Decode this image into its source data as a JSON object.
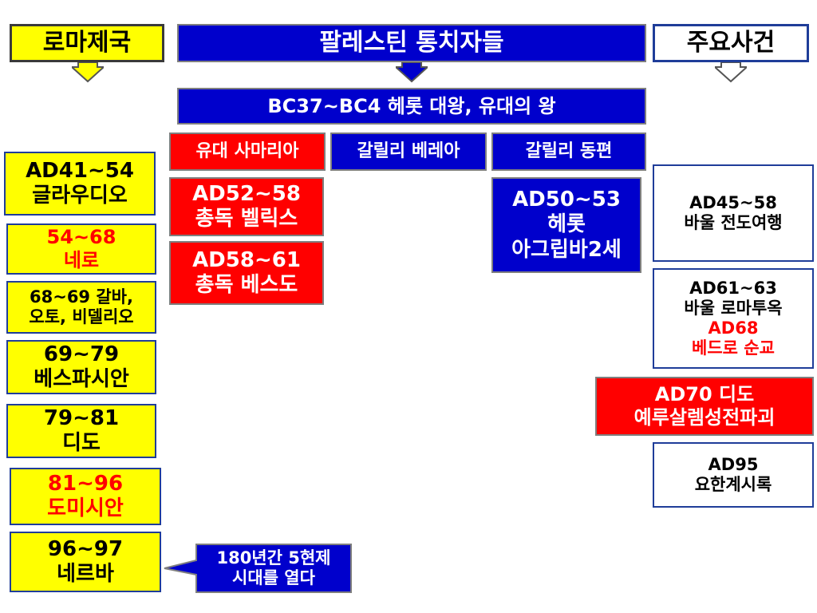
{
  "headers": {
    "rome": "로마제국",
    "rulers": "팔레스틴 통치자들",
    "events": "주요사건"
  },
  "herod_great": "BC37~BC4 헤롯 대왕, 유대의 왕",
  "regions": {
    "judea": "유대 사마리아",
    "galilee_perea": "갈릴리 베레아",
    "galilee_east": "갈릴리 동편"
  },
  "governors": [
    {
      "line1": "AD52~58",
      "line2": "총독 벨릭스"
    },
    {
      "line1": "AD58~61",
      "line2": "총독 베스도"
    }
  ],
  "agrippa": {
    "line1": "AD50~53",
    "line2": "헤롯",
    "line3": "아그립바2세"
  },
  "emperors": [
    {
      "line1": "AD41~54",
      "line2": "글라우디오"
    },
    {
      "line1": "54~68",
      "line2": "네로"
    },
    {
      "line1": "68~69 갈바,",
      "line2": "오토, 비델리오"
    },
    {
      "line1": "69~79",
      "line2": "베스파시안"
    },
    {
      "line1": "79~81",
      "line2": "디도"
    },
    {
      "line1": "81~96",
      "line2": "도미시안"
    },
    {
      "line1": "96~97",
      "line2": "네르바"
    }
  ],
  "events": [
    {
      "line1": "AD45~58",
      "line2": "바울 전도여행"
    },
    {
      "line1": "AD61~63",
      "line2": "바울 로마투옥",
      "line3": "AD68",
      "line4": "베드로 순교"
    },
    {
      "line1": "AD70 디도",
      "line2": "예루살렘성전파괴"
    },
    {
      "line1": "AD95",
      "line2": "요한계시록"
    }
  ],
  "callout": {
    "line1": "180년간 5현제",
    "line2": "시대를 열다"
  },
  "colors": {
    "yellow": "#ffff00",
    "blue": "#0000cc",
    "red": "#ff0000",
    "border": "#1f3d99"
  }
}
